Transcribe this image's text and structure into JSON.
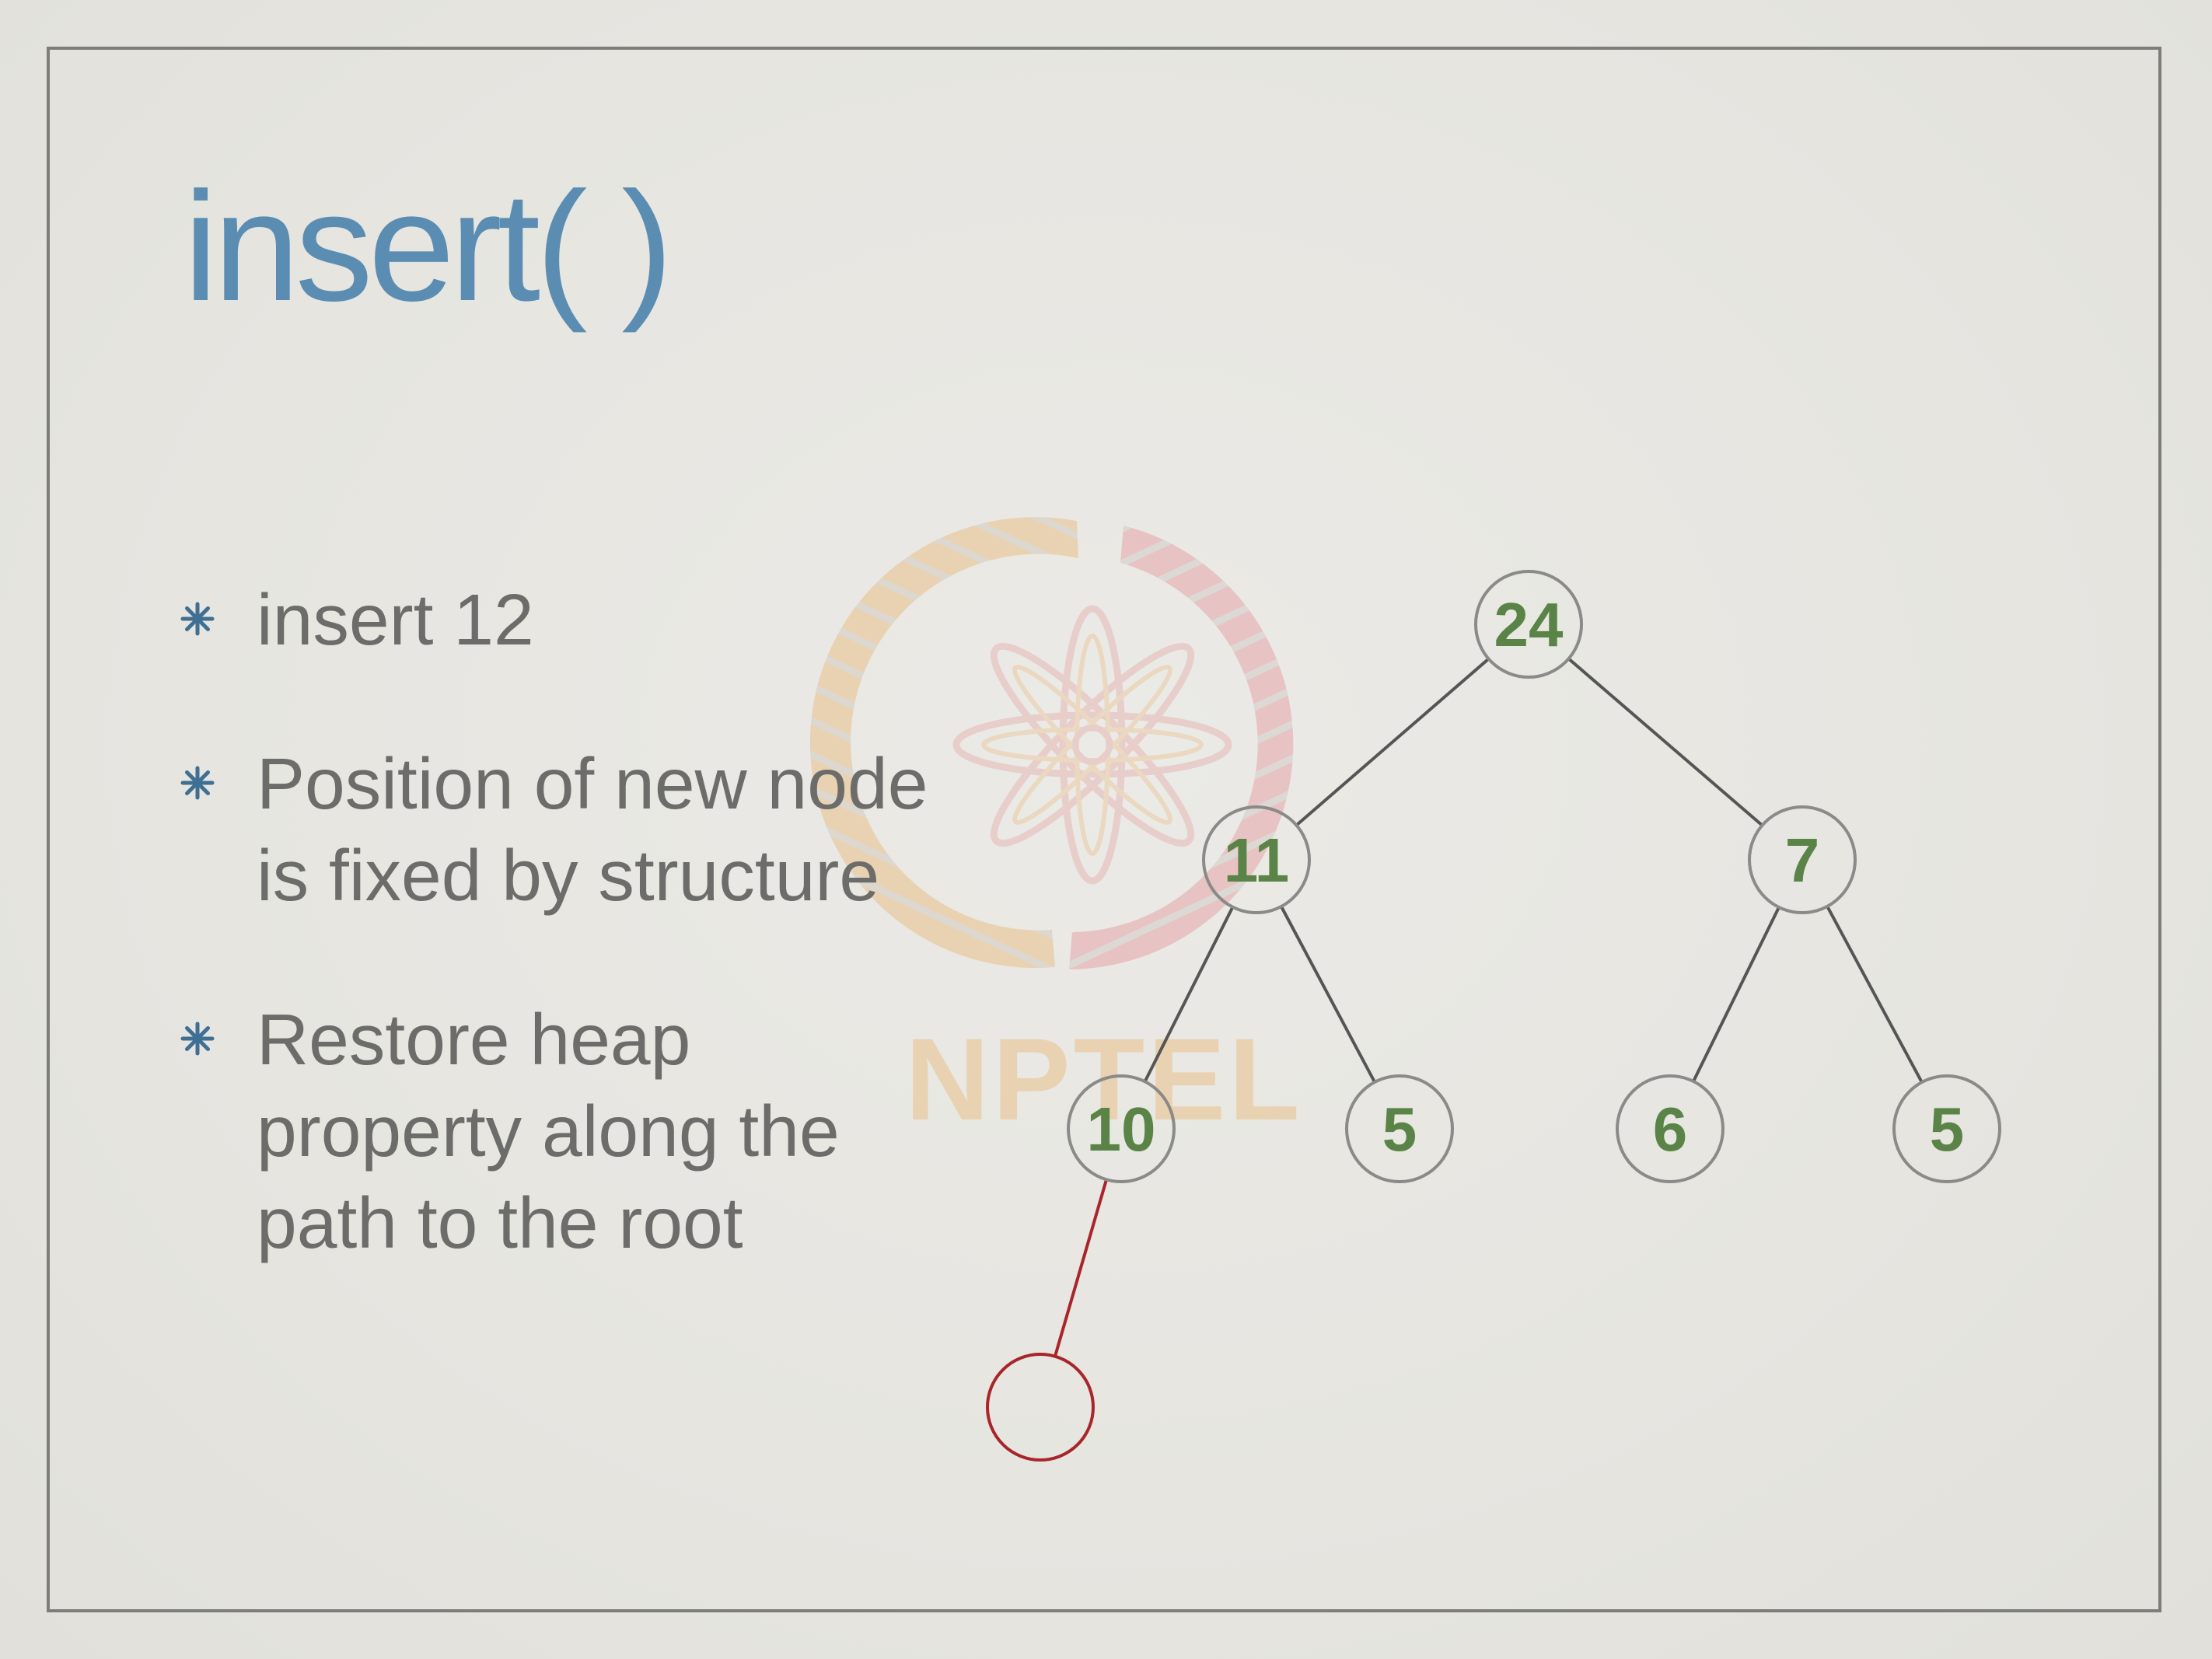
{
  "slide": {
    "title": "insert( )",
    "bullets": [
      {
        "text": "insert 12"
      },
      {
        "text": "Position of new node is fixed by structure"
      },
      {
        "text": "Restore heap property along the path to the root"
      }
    ]
  },
  "watermark": {
    "text": "NPTEL"
  },
  "heap": {
    "nodes": [
      {
        "label": "24"
      },
      {
        "label": "11"
      },
      {
        "label": "7"
      },
      {
        "label": "10"
      },
      {
        "label": "5"
      },
      {
        "label": "6"
      },
      {
        "label": "5"
      },
      {
        "label": ""
      }
    ],
    "new_node_index": 7
  },
  "colors": {
    "title": "#5b8db3",
    "bullet_text": "#6c6c6a",
    "node_label": "#5a8447",
    "node_outline": "#8a8a88",
    "edge": "#555555",
    "new_node": "#a8252a",
    "frame": "#7d7d7b"
  },
  "icons": {
    "bullet": "asterisk-bullet-icon",
    "watermark": "nptel-logo-icon"
  }
}
